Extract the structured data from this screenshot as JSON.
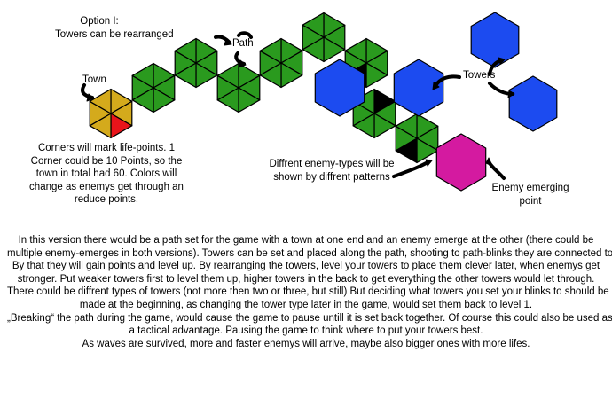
{
  "labels": {
    "option_title": "Option I:",
    "option_subtitle": "Towers can be rearranged",
    "town": "Town",
    "path": "Path",
    "towers": "Towers",
    "corners": [
      "Corners will mark life-points. 1",
      "Corner could be 10 Points, so the",
      "town in total had 60. Colors will",
      "change as enemys get through an",
      "reduce points."
    ],
    "enemy_types": [
      "Diffrent enemy-types will be",
      "shown by diffrent patterns"
    ],
    "enemy_emerging": [
      "Enemy emerging",
      "point"
    ]
  },
  "body_lines": [
    "In this version there would be a path set for the game with a town at one end and an enemy emerge at the other (there could be",
    "multiple enemy-emerges in both versions). Towers can be set and placed along the path, shooting to path-blinks they are connected to.",
    "By that they will gain points and level up. By rearranging the towers, level your towers to place them clever later, when enemys get",
    "stronger. Put weaker towers first to level them up, higher towers in the back to get everything the other towers would let through.",
    "There could be diffrent types of towers (not more then two or three, but still) But deciding what towers you set your blinks to should be",
    "made at the beginning, as changing the tower type later in the game, would set them back to level 1.",
    "„Breaking“ the path during the game, would cause the game to pause untill it is set back together. Of course this could also be used as",
    "a tactical advantage. Pausing the game to think where to put your towers best.",
    "As waves are survived, more and faster enemys will arrive, maybe also bigger ones with more lifes."
  ],
  "colors": {
    "path": "#2a9a1e",
    "town": "#d4aa1c",
    "town_lost": "#e8141a",
    "tower": "#1c4bf0",
    "enemy": "#d41aa0",
    "enemy_pattern": "#000000"
  }
}
